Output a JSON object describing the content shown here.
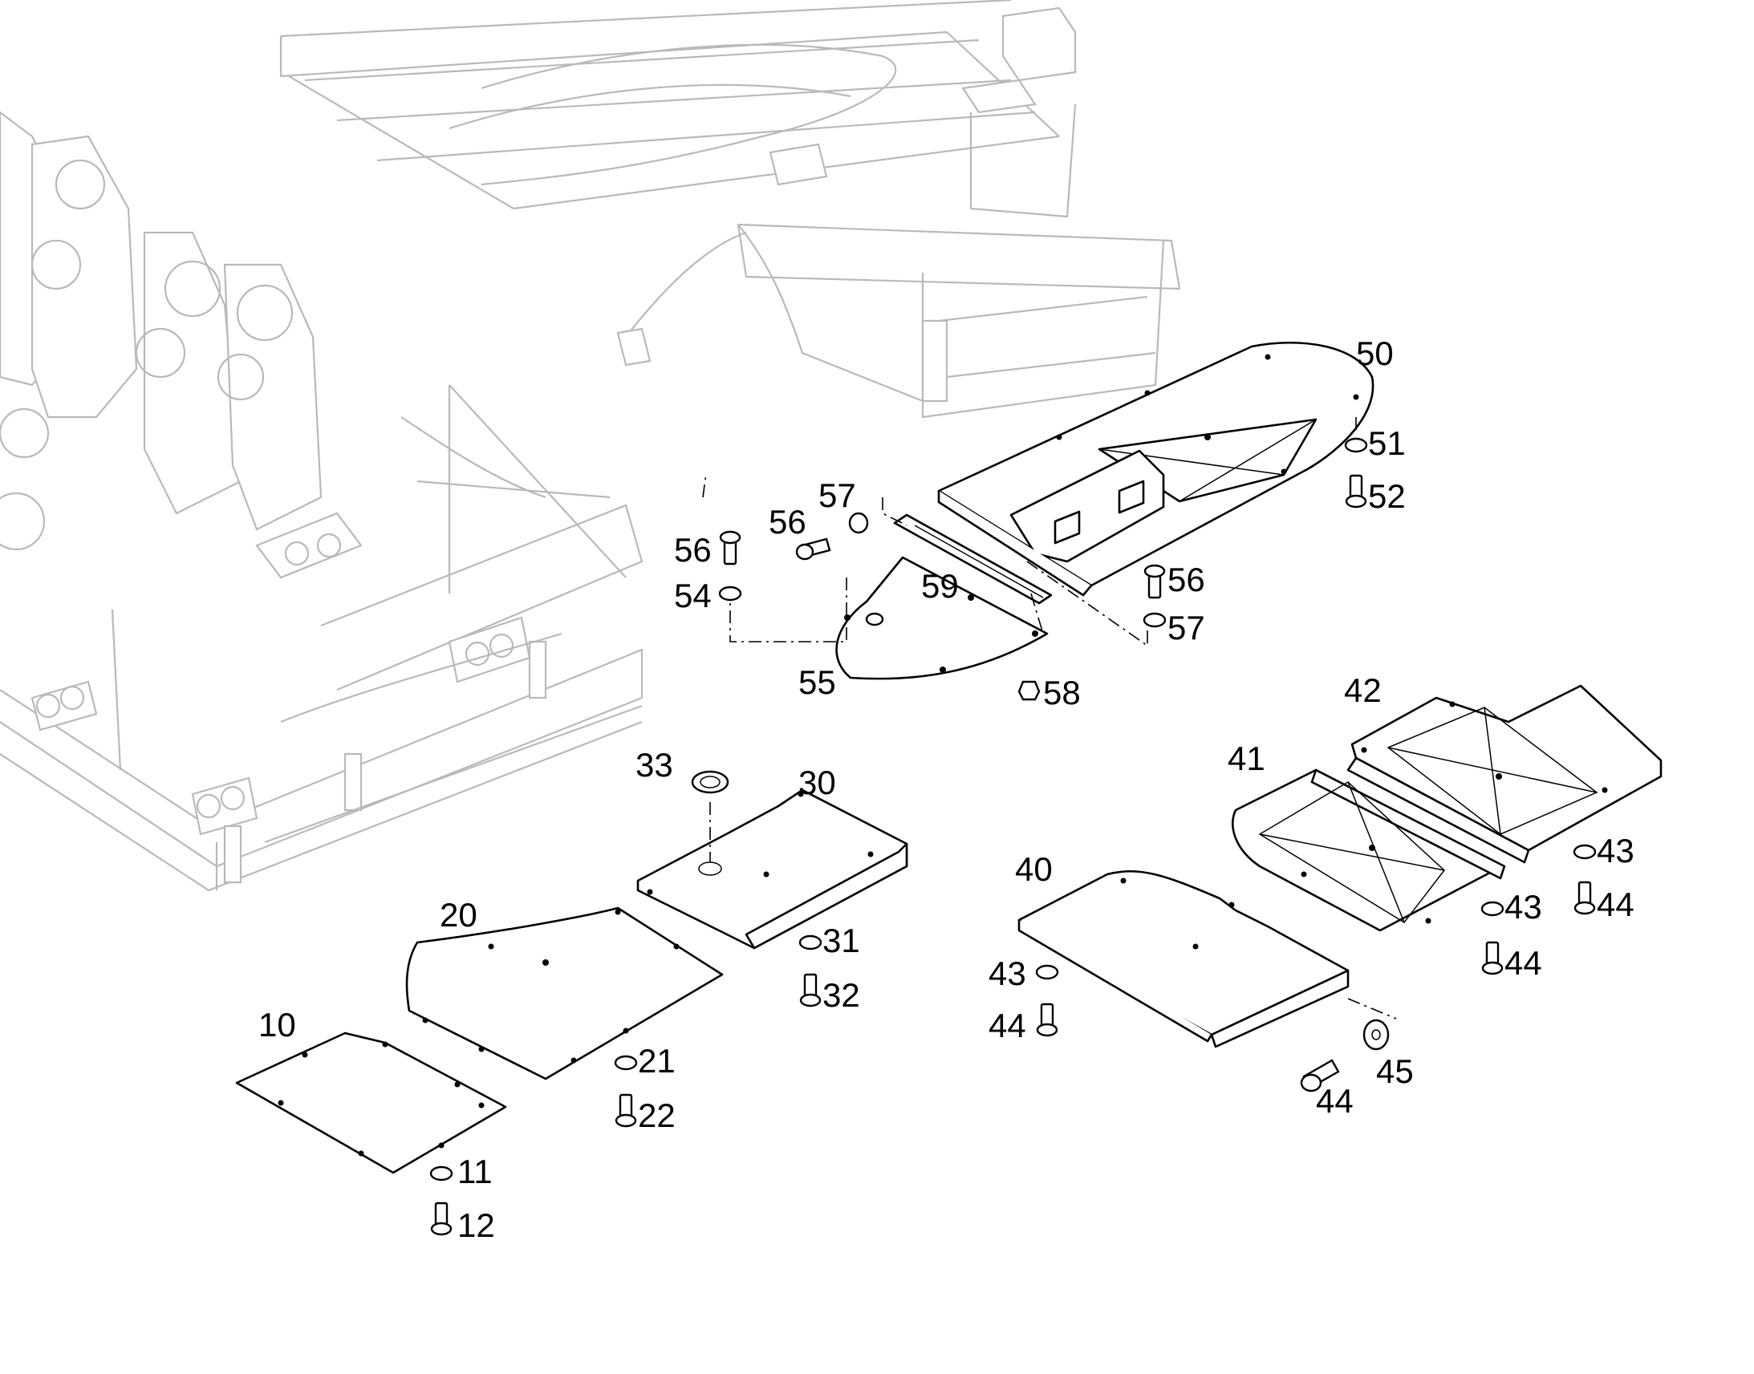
{
  "callouts": {
    "c10": "10",
    "c11": "11",
    "c12": "12",
    "c20": "20",
    "c21": "21",
    "c22": "22",
    "c30": "30",
    "c31": "31",
    "c32": "32",
    "c33": "33",
    "c40": "40",
    "c41": "41",
    "c42": "42",
    "c43a": "43",
    "c43b": "43",
    "c43c": "43",
    "c44a": "44",
    "c44b": "44",
    "c44c": "44",
    "c44d": "44",
    "c45": "45",
    "c50": "50",
    "c51": "51",
    "c52": "52",
    "c54": "54",
    "c55": "55",
    "c56a": "56",
    "c56b": "56",
    "c56c": "56",
    "c57a": "57",
    "c57b": "57",
    "c58": "58",
    "c59": "59"
  },
  "colors": {
    "frame": "#b9b9b9",
    "parts": "#000000",
    "background": "#ffffff"
  }
}
